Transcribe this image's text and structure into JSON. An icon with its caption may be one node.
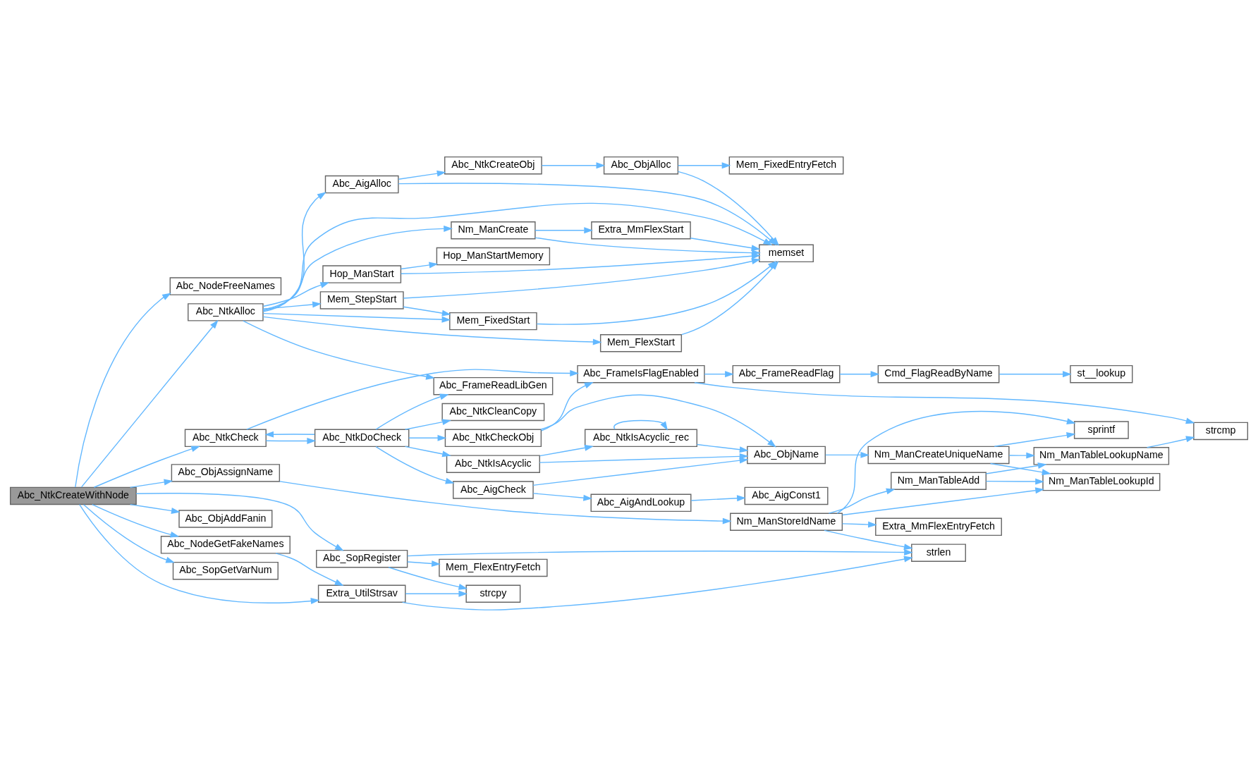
{
  "diagram": {
    "nodes": [
      {
        "text": [
          "Abc_NtkCreateWithNode"
        ]
      },
      {
        "text": [
          "Abc_NodeFreeNames"
        ]
      },
      {
        "text": [
          "Abc_NtkAlloc"
        ]
      },
      {
        "text": [
          "Abc_NtkCheck"
        ]
      },
      {
        "text": [
          "Abc_ObjAssignName"
        ]
      },
      {
        "text": [
          "Abc_NodeGetFakeNames"
        ]
      },
      {
        "text": [
          "Abc_ObjAddFanin"
        ]
      },
      {
        "text": [
          "Extra_UtilStrsav"
        ]
      },
      {
        "text": [
          "Abc_SopGetVarNum"
        ]
      },
      {
        "text": [
          "Abc_SopRegister"
        ]
      },
      {
        "text": [
          "Mem_FlexStart"
        ]
      },
      {
        "text": [
          "Nm_ManCreate"
        ]
      },
      {
        "text": [
          "Extra_MmFlexStart"
        ]
      },
      {
        "text": [
          "Mem_StepStart"
        ]
      },
      {
        "text": [
          "Mem_FixedStart"
        ]
      },
      {
        "text": [
          "memset"
        ]
      },
      {
        "text": [
          "Hop_ManStart"
        ]
      },
      {
        "text": [
          "Hop_ManStartMemory"
        ]
      },
      {
        "text": [
          "Abc_AigAlloc"
        ]
      },
      {
        "text": [
          "Abc_NtkCreateObj"
        ]
      },
      {
        "text": [
          "Abc_ObjAlloc"
        ]
      },
      {
        "text": [
          "Mem_FixedEntryFetch"
        ]
      },
      {
        "text": [
          "Abc_FrameReadLibGen"
        ]
      },
      {
        "text": [
          "Abc_NtkDoCheck"
        ]
      },
      {
        "text": [
          "Abc_NtkIsAcyclic"
        ]
      },
      {
        "text": [
          "Abc_NtkIsAcyclic_rec"
        ]
      },
      {
        "text": [
          "Abc_NtkCleanCopy"
        ]
      },
      {
        "text": [
          "Abc_AigCheck"
        ]
      },
      {
        "text": [
          "Abc_NtkCheckObj"
        ]
      },
      {
        "text": [
          "Abc_ObjName"
        ]
      },
      {
        "text": [
          "Abc_AigConst1"
        ]
      },
      {
        "text": [
          "Abc_AigAndLookup"
        ]
      },
      {
        "text": [
          "Abc_FrameReadFlag"
        ]
      },
      {
        "text": [
          "Cmd_FlagReadByName"
        ]
      },
      {
        "text": [
          "st__lookup"
        ]
      },
      {
        "text": [
          "Abc_FrameIsFlagEnabled"
        ]
      },
      {
        "text": [
          "strcmp"
        ]
      },
      {
        "text": [
          "Nm_ManStoreIdName"
        ]
      },
      {
        "text": [
          "sprintf"
        ]
      },
      {
        "text": [
          "Nm_ManCreateUniqueName"
        ]
      },
      {
        "text": [
          "Nm_ManTableLookupName"
        ]
      },
      {
        "text": [
          "Nm_ManTableAdd"
        ]
      },
      {
        "text": [
          "Nm_ManTableLookupId"
        ]
      },
      {
        "text": [
          "Extra_MmFlexEntryFetch"
        ]
      },
      {
        "text": [
          "strcpy"
        ]
      },
      {
        "text": [
          "Mem_FlexEntryFetch"
        ]
      },
      {
        "text": [
          "strlen"
        ]
      }
    ],
    "edges": [
      {
        "from": 0,
        "to": 1,
        "arrow": "to"
      },
      {
        "from": 0,
        "to": 2,
        "arrow": "to"
      },
      {
        "from": 0,
        "to": 3,
        "arrow": "to"
      },
      {
        "from": 0,
        "to": 4,
        "arrow": "to"
      },
      {
        "from": 0,
        "to": 5,
        "arrow": "to"
      },
      {
        "from": 0,
        "to": 6,
        "arrow": "to"
      },
      {
        "from": 0,
        "to": 7,
        "arrow": "to"
      },
      {
        "from": 0,
        "to": 8,
        "arrow": "to"
      },
      {
        "from": 0,
        "to": 9,
        "arrow": "to"
      },
      {
        "from": 2,
        "to": 15,
        "arrow": "to"
      },
      {
        "from": 2,
        "to": 10,
        "arrow": "to"
      },
      {
        "from": 2,
        "to": 11,
        "arrow": "to"
      },
      {
        "from": 2,
        "to": 13,
        "arrow": "to"
      },
      {
        "from": 2,
        "to": 14,
        "arrow": "to"
      },
      {
        "from": 2,
        "to": 16,
        "arrow": "to"
      },
      {
        "from": 2,
        "to": 18,
        "arrow": "to"
      },
      {
        "from": 2,
        "to": 22,
        "arrow": "to"
      },
      {
        "from": 10,
        "to": 15,
        "arrow": "to"
      },
      {
        "from": 11,
        "to": 12,
        "arrow": "to"
      },
      {
        "from": 11,
        "to": 15,
        "arrow": "to"
      },
      {
        "from": 12,
        "to": 15,
        "arrow": "to"
      },
      {
        "from": 13,
        "to": 15,
        "arrow": "to"
      },
      {
        "from": 13,
        "to": 14,
        "arrow": "to"
      },
      {
        "from": 14,
        "to": 15,
        "arrow": "to"
      },
      {
        "from": 16,
        "to": 17,
        "arrow": "to"
      },
      {
        "from": 16,
        "to": 15,
        "arrow": "to"
      },
      {
        "from": 18,
        "to": 15,
        "arrow": "to"
      },
      {
        "from": 18,
        "to": 19,
        "arrow": "to"
      },
      {
        "from": 19,
        "to": 20,
        "arrow": "to"
      },
      {
        "from": 20,
        "to": 15,
        "arrow": "to"
      },
      {
        "from": 20,
        "to": 21,
        "arrow": "to"
      },
      {
        "from": 3,
        "to": 23,
        "arrow": "to"
      },
      {
        "from": 23,
        "to": 3,
        "arrow": "to"
      },
      {
        "from": 3,
        "to": 35,
        "arrow": "to"
      },
      {
        "from": 23,
        "to": 22,
        "arrow": "to"
      },
      {
        "from": 23,
        "to": 24,
        "arrow": "to"
      },
      {
        "from": 23,
        "to": 26,
        "arrow": "to"
      },
      {
        "from": 23,
        "to": 27,
        "arrow": "to"
      },
      {
        "from": 23,
        "to": 28,
        "arrow": "to"
      },
      {
        "from": 24,
        "to": 25,
        "arrow": "to"
      },
      {
        "from": 24,
        "to": 29,
        "arrow": "to"
      },
      {
        "from": 25,
        "to": 25,
        "arrow": "to"
      },
      {
        "from": 25,
        "to": 29,
        "arrow": "to"
      },
      {
        "from": 27,
        "to": 29,
        "arrow": "to"
      },
      {
        "from": 27,
        "to": 31,
        "arrow": "to"
      },
      {
        "from": 28,
        "to": 29,
        "arrow": "to"
      },
      {
        "from": 28,
        "to": 35,
        "arrow": "to"
      },
      {
        "from": 31,
        "to": 30,
        "arrow": "to"
      },
      {
        "from": 35,
        "to": 32,
        "arrow": "to"
      },
      {
        "from": 35,
        "to": 36,
        "arrow": "to"
      },
      {
        "from": 32,
        "to": 33,
        "arrow": "to"
      },
      {
        "from": 33,
        "to": 34,
        "arrow": "to"
      },
      {
        "from": 29,
        "to": 39,
        "arrow": "to"
      },
      {
        "from": 4,
        "to": 37,
        "arrow": "to"
      },
      {
        "from": 5,
        "to": 7,
        "arrow": "to"
      },
      {
        "from": 7,
        "to": 44,
        "arrow": "to"
      },
      {
        "from": 7,
        "to": 46,
        "arrow": "to"
      },
      {
        "from": 9,
        "to": 44,
        "arrow": "to"
      },
      {
        "from": 9,
        "to": 45,
        "arrow": "to"
      },
      {
        "from": 9,
        "to": 46,
        "arrow": "to"
      },
      {
        "from": 37,
        "to": 38,
        "arrow": "to"
      },
      {
        "from": 37,
        "to": 41,
        "arrow": "to"
      },
      {
        "from": 37,
        "to": 43,
        "arrow": "to"
      },
      {
        "from": 37,
        "to": 46,
        "arrow": "to"
      },
      {
        "from": 37,
        "to": 42,
        "arrow": "to"
      },
      {
        "from": 39,
        "to": 38,
        "arrow": "to"
      },
      {
        "from": 39,
        "to": 40,
        "arrow": "to"
      },
      {
        "from": 39,
        "to": 42,
        "arrow": "to"
      },
      {
        "from": 41,
        "to": 40,
        "arrow": "to"
      },
      {
        "from": 41,
        "to": 42,
        "arrow": "to"
      },
      {
        "from": 40,
        "to": 36,
        "arrow": "to"
      }
    ]
  }
}
